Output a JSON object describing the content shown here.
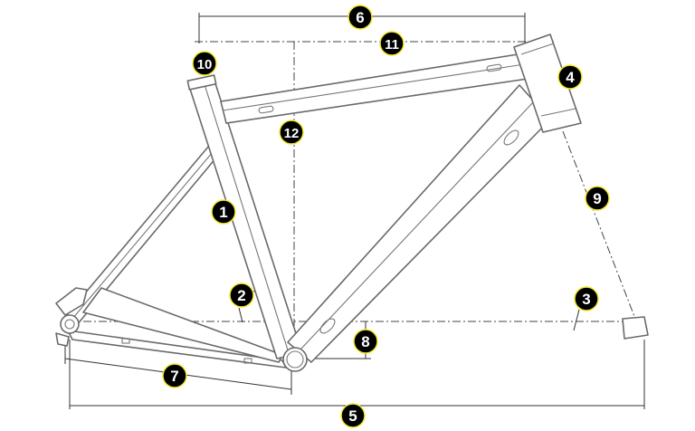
{
  "colors": {
    "badge_fill": "#000000",
    "badge_ring": "#f2ea2e",
    "line": "#6a6a6a"
  },
  "callouts": {
    "c1": "1",
    "c2": "2",
    "c3": "3",
    "c4": "4",
    "c5": "5",
    "c6": "6",
    "c7": "7",
    "c8": "8",
    "c9": "9",
    "c10": "10",
    "c11": "11",
    "c12": "12"
  }
}
